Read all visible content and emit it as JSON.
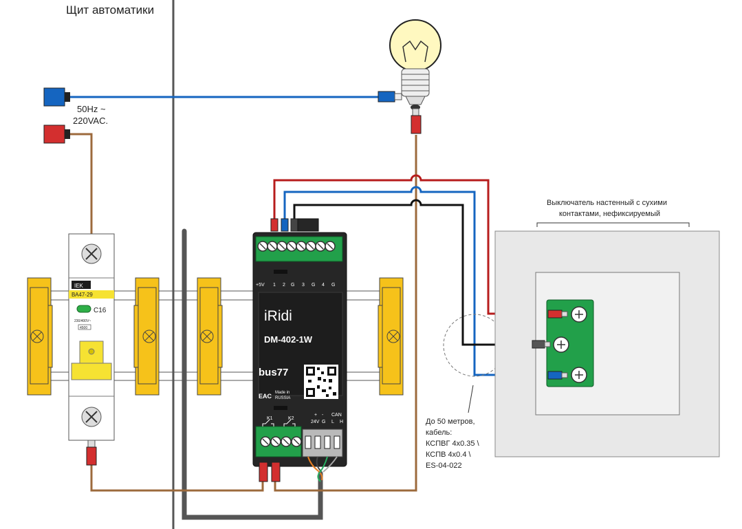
{
  "panel_title": "Щит автоматики",
  "power_source": {
    "freq_label": "50Hz ~",
    "voltage_label": "220VAC."
  },
  "breaker": {
    "brand": "IEK",
    "model": "ВА47-29",
    "rating": "C16",
    "spec": "230/400V~",
    "breaking_capacity": "4500"
  },
  "controller": {
    "brand": "iRidi",
    "model": "DM-402-1W",
    "bus_logo": "bus77",
    "made_in_line1": "Made in",
    "made_in_line2": "RUSSIA",
    "eac": "EAC",
    "top_terminals": [
      "+5V",
      "1",
      "2",
      "G",
      "3",
      "G",
      "4",
      "G"
    ],
    "relay_labels": [
      "K1",
      "K2"
    ],
    "power_labels": [
      "+",
      "-",
      "24V",
      "G"
    ],
    "can_labels": [
      "CAN",
      "L",
      "H"
    ]
  },
  "switch_label": {
    "line1": "Выключатель настенный с сухими",
    "line2": "контактами, нефиксируемый"
  },
  "cable_note": [
    "До 50 метров,",
    "кабель:",
    "КСПВГ 4х0.35 \\",
    "КСПВ 4х0.4 \\",
    "ES-04-022"
  ],
  "colors": {
    "neutral": "#1565c0",
    "phase": "#b71c1c",
    "load_wire": "#9c6a3c",
    "din_clip": "#f6c21a",
    "terminal_green": "#22a04a",
    "module_body": "#262626"
  }
}
